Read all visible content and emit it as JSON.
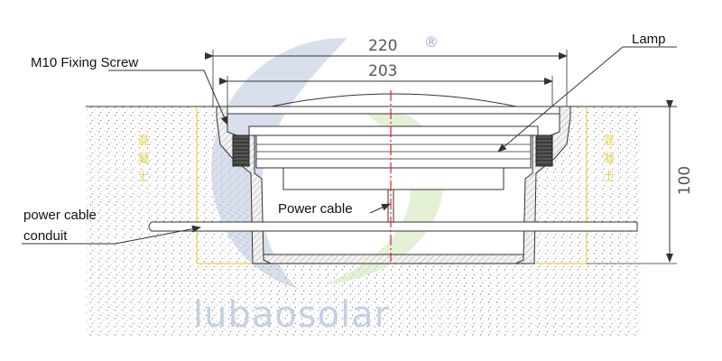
{
  "labels": {
    "screw": "M10 Fixing Screw",
    "lamp": "Lamp",
    "power_cable": "Power cable",
    "conduit_line1": "power cable",
    "conduit_line2": "conduit"
  },
  "dimensions": {
    "outer_diameter": "220",
    "inner_diameter": "203",
    "depth": "100"
  },
  "concrete_text": [
    "混",
    "凝",
    "土"
  ],
  "watermark": {
    "text": "lubaosolar",
    "registered": "®"
  },
  "colors": {
    "line": "#333333",
    "center_line": "#e0202a",
    "concrete_outline": "#e8d24a",
    "watermark_blue": "#b9c6de",
    "watermark_green": "#cfe6b8",
    "hatch": "#a9a9a9"
  }
}
